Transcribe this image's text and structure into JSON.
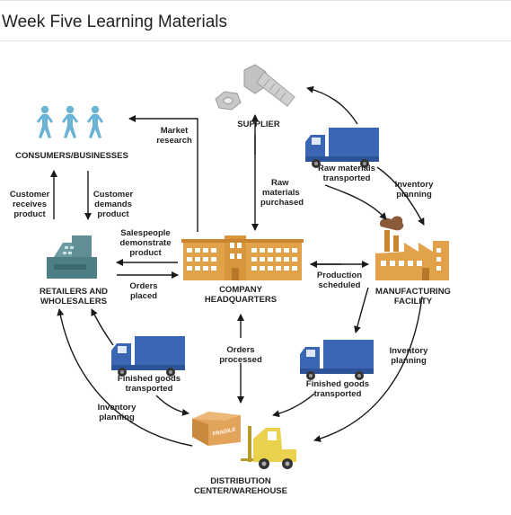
{
  "header": {
    "title": "Week Five Learning Materials"
  },
  "nodes": {
    "supplier": "SUPPLIER",
    "consumers": "CONSUMERS/BUSINESSES",
    "retailers": [
      "RETAILERS AND",
      "WHOLESALERS"
    ],
    "headquarters": [
      "COMPANY",
      "HEADQUARTERS"
    ],
    "manufacturing": [
      "MANUFACTURING",
      "FACILITY"
    ],
    "distribution": [
      "DISTRIBUTION",
      "CENTER/WAREHOUSE"
    ],
    "fragile": "FRAGILE"
  },
  "flows": {
    "market_research": [
      "Market",
      "research"
    ],
    "raw_materials_transported": [
      "Raw materials",
      "transported"
    ],
    "inventory_planning_top": [
      "Inventory",
      "planning"
    ],
    "raw_materials_purchased": [
      "Raw",
      "materials",
      "purchased"
    ],
    "customer_receives": [
      "Customer",
      "receives",
      "product"
    ],
    "customer_demands": [
      "Customer",
      "demands",
      "product"
    ],
    "salespeople": [
      "Salespeople",
      "demonstrate",
      "product"
    ],
    "orders_placed": [
      "Orders",
      "placed"
    ],
    "production_scheduled": [
      "Production",
      "scheduled"
    ],
    "orders_processed": [
      "Orders",
      "processed"
    ],
    "finished_goods_left": [
      "Finished goods",
      "transported"
    ],
    "finished_goods_right": [
      "Finished goods",
      "transported"
    ],
    "inventory_planning_left": [
      "Inventory",
      "planning"
    ],
    "inventory_planning_right": [
      "Inventory",
      "planning"
    ]
  },
  "colors": {
    "truck": "#3a66b4",
    "building": "#e1a24a",
    "people": "#69b3d4",
    "register": "#5f8f94",
    "forklift": "#ead24e",
    "box": "#e2a45a",
    "bolt": "#c5c5c5"
  },
  "icons": [
    "bolt-icon",
    "nut-icon",
    "people-icon",
    "cash-register-icon",
    "truck-icon",
    "office-building-icon",
    "factory-icon",
    "forklift-icon",
    "box-icon"
  ]
}
